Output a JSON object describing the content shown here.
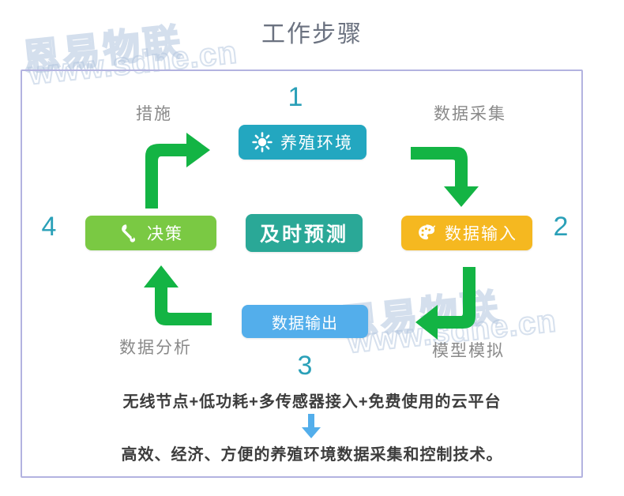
{
  "header": {
    "title": "工作步骤"
  },
  "watermarks": {
    "brand_cn": "恩易物联",
    "brand_url": "www.sdne.cn"
  },
  "diagram": {
    "nodes": [
      {
        "id": "environment",
        "label": "养殖环境",
        "icon": "sun-icon",
        "color": "#23a7c0"
      },
      {
        "id": "data-input",
        "label": "数据输入",
        "icon": "palette-icon",
        "color": "#f5b820"
      },
      {
        "id": "decision",
        "label": "决策",
        "icon": "wrench-icon",
        "color": "#7ac943"
      },
      {
        "id": "forecast",
        "label": "及时预测",
        "icon": "none",
        "color": "#2aa897"
      },
      {
        "id": "data-output",
        "label": "数据输出",
        "icon": "none",
        "color": "#53aeeb"
      }
    ],
    "steps": [
      {
        "number": "1",
        "color": "#2aa0b8"
      },
      {
        "number": "2",
        "color": "#2aa0b8"
      },
      {
        "number": "3",
        "color": "#2aa0b8"
      },
      {
        "number": "4",
        "color": "#2aa0b8"
      }
    ],
    "side_labels": {
      "top_left": "措施",
      "top_right": "数据采集",
      "bottom_left": "数据分析",
      "bottom_right": "模型模拟"
    },
    "arrow_color": "#13b444"
  },
  "footer": {
    "line1": "无线节点+低功耗+多传感器接入+免费使用的云平台",
    "line2": "高效、经济、方便的养殖环境数据采集和控制技术。",
    "arrow_color": "#53aeeb"
  }
}
